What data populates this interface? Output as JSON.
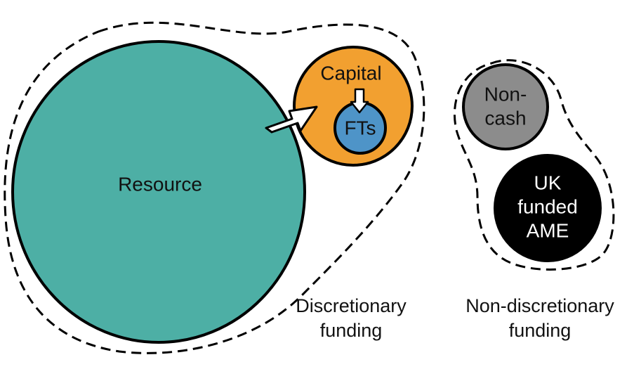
{
  "diagram": {
    "colors": {
      "resource": "#4DAFA5",
      "capital": "#F2A030",
      "fts": "#4E94C8",
      "non_cash": "#8C8C8C",
      "uk_funded_ame": "#000000",
      "outline": "#000000",
      "arrow_fill": "#ffffff"
    },
    "nodes": {
      "resource": {
        "label": "Resource"
      },
      "capital": {
        "label": "Capital"
      },
      "fts": {
        "label": "FTs"
      },
      "non_cash": {
        "line1": "Non-",
        "line2": "cash"
      },
      "uk_funded_ame": {
        "line1": "UK",
        "line2": "funded",
        "line3": "AME"
      }
    },
    "groups": {
      "discretionary": {
        "line1": "Discretionary",
        "line2": "funding"
      },
      "non_discretionary": {
        "line1": "Non-discretionary",
        "line2": "funding"
      }
    }
  }
}
